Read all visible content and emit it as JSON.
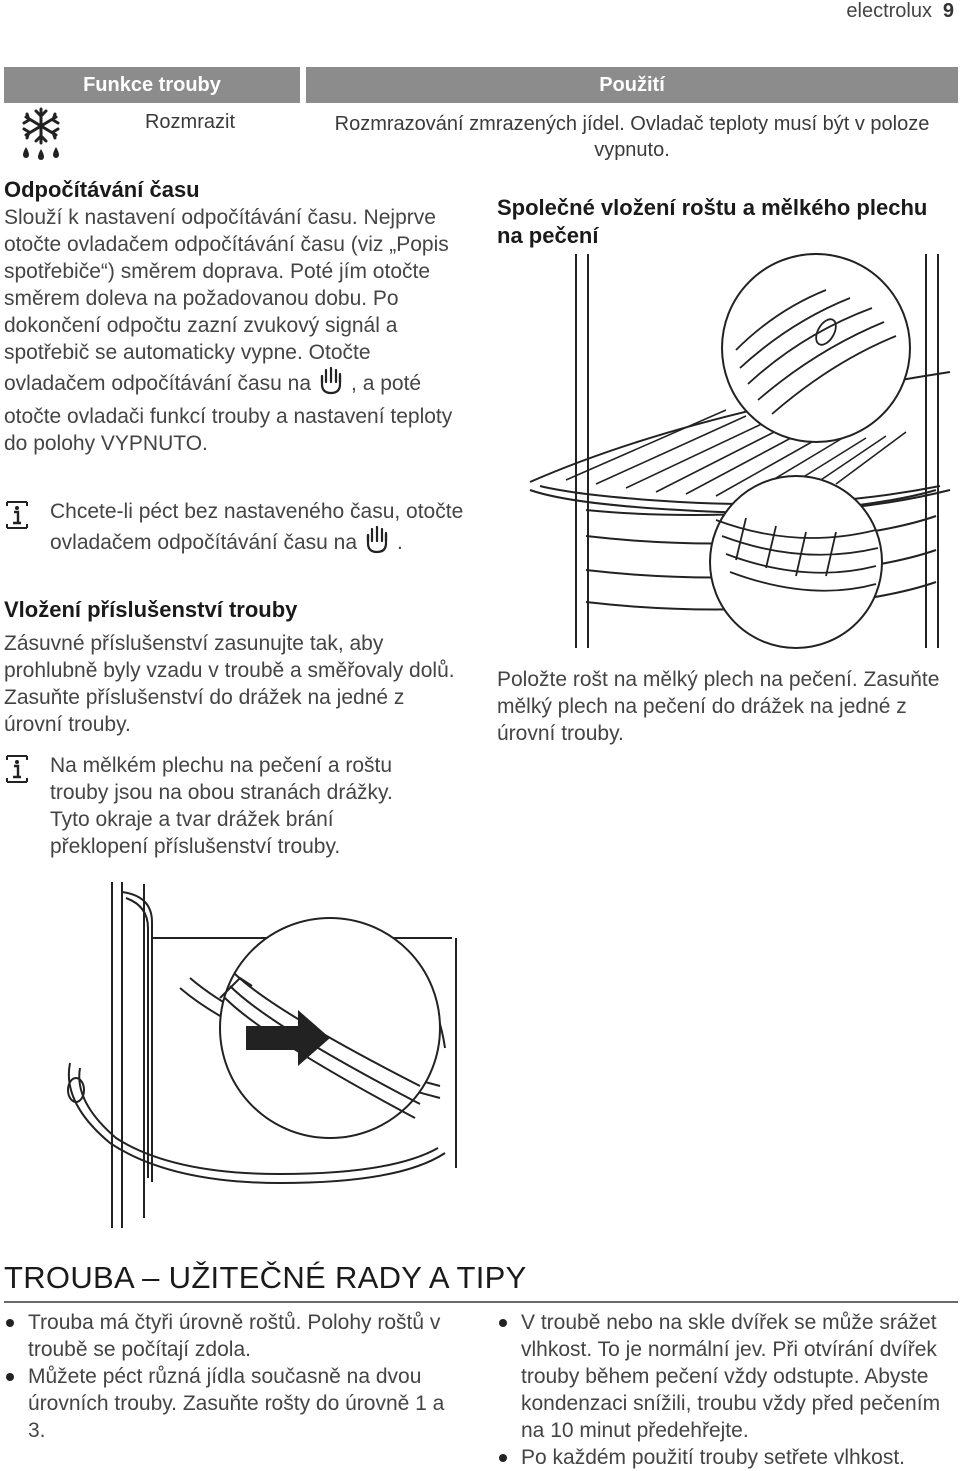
{
  "header": {
    "brand": "electrolux",
    "page_number": "9"
  },
  "table": {
    "col_function": "Funkce trouby",
    "col_use": "Použití",
    "rows": [
      {
        "icon": "snowflake-defrost-icon",
        "name": "Rozmrazit",
        "use": "Rozmrazování zmrazených jídel. Ovladač teploty musí být v poloze vypnuto."
      }
    ]
  },
  "countdown": {
    "heading": "Odpočítávání času",
    "para_before_icon": "Slouží k nastavení odpočítávání času. Nejprve otočte ovladačem odpočítávání času (viz „Popis spotřebiče“) směrem doprava. Poté jím otočte směrem doleva na požadovanou dobu. Po dokončení odpočtu zazní zvukový signál a spotřebič se automaticky vypne. Otočte ovladačem odpočítávání času na",
    "para_after_icon": ", a poté otočte ovladači funkcí trouby a nastavení teploty do polohy VYPNUTO.",
    "note_before_icon": "Chcete-li péct bez nastaveného času, otočte ovladačem odpočítávání času na",
    "note_after_icon": "."
  },
  "accessories": {
    "heading": "Vložení příslušenství trouby",
    "para": "Zásuvné příslušenství zasunujte tak, aby prohlubně byly vzadu v troubě a směřovaly dolů. Zasuňte příslušenství do drážek na jedné z úrovní trouby.",
    "note": "Na mělkém plechu na pečení a roštu trouby jsou na obou stranách drážky. Tyto okraje a tvar drážek brání překlopení příslušenství trouby."
  },
  "combined": {
    "heading": "Společné vložení roštu a mělkého plechu na pečení",
    "para": "Položte rošt na mělký plech na pečení. Zasuňte mělký plech na pečení do drážek na jedné z úrovní trouby."
  },
  "tips": {
    "title": "TROUBA – UŽITEČNÉ RADY A TIPY",
    "left": [
      "Trouba má čtyři úrovně roštů. Polohy roštů v troubě se počítají zdola.",
      "Můžete péct různá jídla současně na dvou úrovních trouby. Zasuňte rošty do úrovně 1 a 3."
    ],
    "right": [
      "V troubě nebo na skle dvířek se může srážet vlhkost. To je normální jev. Při otvírání dvířek trouby během pečení vždy odstupte. Abyste kondenzaci snížili, troubu vždy před pečením na 10 minut předehřejte.",
      "Po každém použití trouby setřete vlhkost."
    ]
  },
  "icons": {
    "info": "info-icon",
    "hand": "hand-icon",
    "arrow": "arrow-right-icon"
  },
  "colors": {
    "table_header": "#8c8c8c",
    "rule": "#6a6a6a"
  }
}
